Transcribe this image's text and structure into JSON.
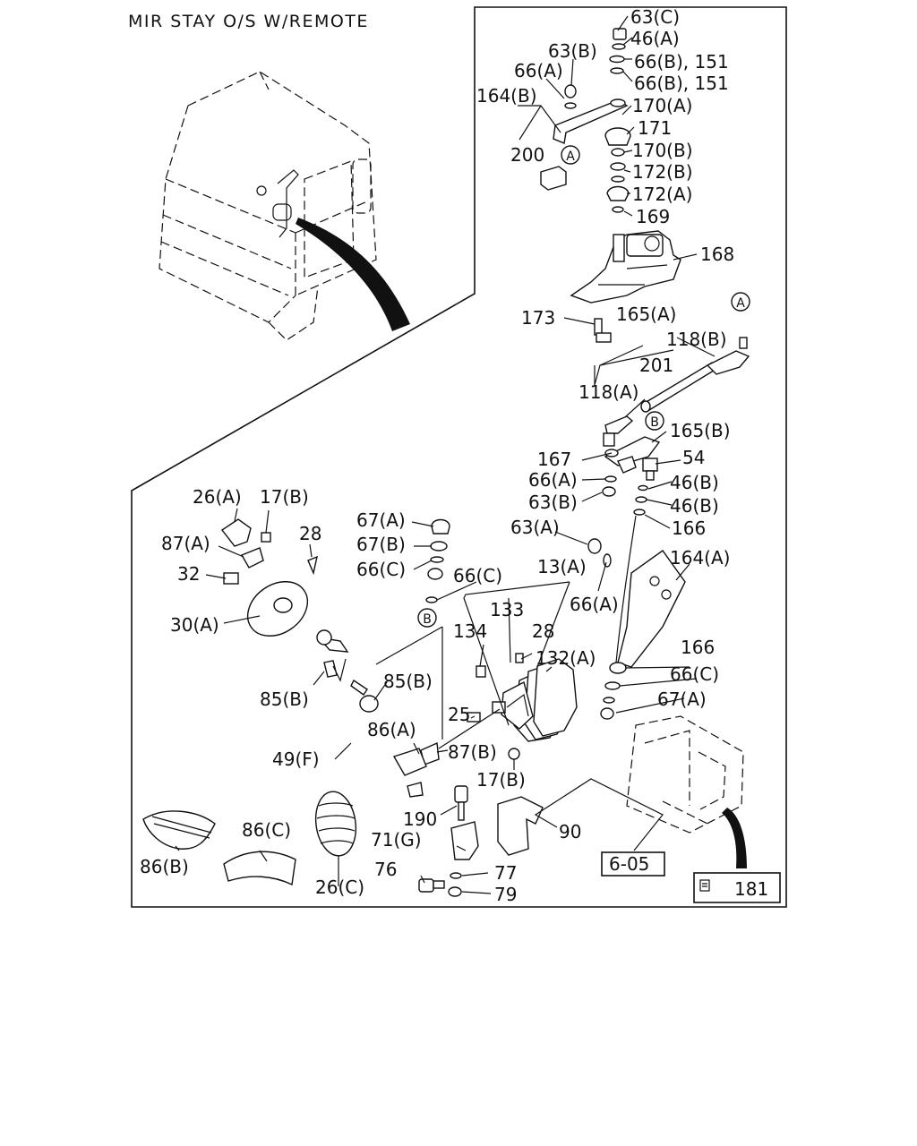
{
  "title": "MIR STAY O/S W/REMOTE",
  "labels": {
    "l63C": "63(C)",
    "l46A_top": "46(A)",
    "l63B_top": "63(B)",
    "l66B151_a": "66(B), 151",
    "l66A_top": "66(A)",
    "l66B151_b": "66(B), 151",
    "l164B": "164(B)",
    "l170A": "170(A)",
    "l171": "171",
    "l200": "200",
    "l170B": "170(B)",
    "l172B": "172(B)",
    "l172A": "172(A)",
    "l169": "169",
    "l168": "168",
    "l173": "173",
    "l165A": "165(A)",
    "l118B": "118(B)",
    "l201": "201",
    "l118A": "118(A)",
    "l165B": "165(B)",
    "l167": "167",
    "l54": "54",
    "l66A_mid": "66(A)",
    "l46B_a": "46(B)",
    "l63B_mid": "63(B)",
    "l46B_b": "46(B)",
    "l166_a": "166",
    "l63A": "63(A)",
    "l26A": "26(A)",
    "l17B_top": "17(B)",
    "l67A_a": "67(A)",
    "l28_a": "28",
    "l87A": "87(A)",
    "l67B": "67(B)",
    "l66C_a": "66(C)",
    "l13A": "13(A)",
    "l164A": "164(A)",
    "l32": "32",
    "l66C_b": "66(C)",
    "l66A_low": "66(A)",
    "l133": "133",
    "l30A": "30(A)",
    "l134": "134",
    "l28_b": "28",
    "l132A": "132(A)",
    "l166_b": "166",
    "l66C_c": "66(C)",
    "l85B_a": "85(B)",
    "l85B_b": "85(B)",
    "l67A_b": "67(A)",
    "l25": "25",
    "l86A": "86(A)",
    "l87B": "87(B)",
    "l49F": "49(F)",
    "l17B_low": "17(B)",
    "l190": "190",
    "l90": "90",
    "l86C": "86(C)",
    "l71G": "71(G)",
    "l605": "6-05",
    "l76": "76",
    "l77": "77",
    "l86B": "86(B)",
    "l26C": "26(C)",
    "l79": "79",
    "l181": "181"
  },
  "callouts": {
    "A_top": "A",
    "A_right": "A",
    "B_mid": "B",
    "B_left": "B"
  }
}
